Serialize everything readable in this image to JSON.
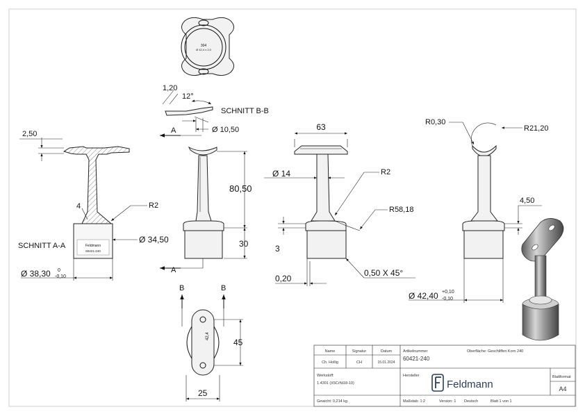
{
  "drawing": {
    "section_a": {
      "title": "SCHNITT A-A",
      "dim_top": "2,50",
      "dim_wall": "4",
      "dim_radius": "R2",
      "dim_diameter_inner": "Ø 34,50",
      "dim_diameter_outer": "Ø 38,30",
      "tol_upper": "0",
      "tol_lower": "-0,10",
      "stamp_brand": "Feldmann",
      "stamp_number": "60421-240"
    },
    "section_b": {
      "title": "SCHNITT B-B",
      "dim_thickness": "1,20",
      "dim_angle": "12°",
      "dim_diameter": "Ø 10,50"
    },
    "top_view": {
      "stamp_line1": "304",
      "stamp_line2": "Ø 42,4 x 2,0"
    },
    "front_view": {
      "label_a_top": "A",
      "label_a_bottom": "A",
      "dim_height": "80,50",
      "dim_base": "30"
    },
    "side_view": {
      "dim_width": "63",
      "dim_stem": "Ø 14",
      "dim_radius": "R2",
      "dim_large_radius": "R58,18",
      "dim_step": "3",
      "dim_chamfer_width": "0,20",
      "dim_chamfer": "0,50 X 45°"
    },
    "right_view": {
      "dim_r_small": "R0,30",
      "dim_r_large": "R21,20",
      "dim_flange": "4,50",
      "dim_diameter": "Ø 42,40",
      "tol_upper": "+0,10",
      "tol_lower": "-0,10"
    },
    "saddle_view": {
      "label_b_left": "B",
      "label_b_right": "B",
      "stamp": "42,4",
      "dim_length": "45",
      "dim_width": "25"
    }
  },
  "title_block": {
    "col_name": "Name",
    "col_signatur": "Signatur",
    "col_datum": "Datum",
    "name": "Ch. Hollig",
    "signatur": "CH",
    "datum": "15.01.2024",
    "artikel_label": "Artikelnummer",
    "artikel": "60421-240",
    "oberflaeche": "Oberfläche: Geschliffen Korn 240",
    "werkstoff_label": "Werkstoff:",
    "werkstoff": "1.4301 (X5CrNi18-10)",
    "hersteller_label": "Hersteller",
    "company": "Feldmann",
    "blattformat_label": "Blattformat",
    "blattformat": "A4",
    "gewicht": "Gewicht: 0,214 kg",
    "massstab": "Maßstab: 1:2",
    "version": "Version: 1",
    "sprache": "Deutsch",
    "blatt": "Blatt 1 von 1"
  },
  "colors": {
    "line": "#111111",
    "part_fill": "#f2f2f2",
    "brand": "#2a3e57"
  }
}
